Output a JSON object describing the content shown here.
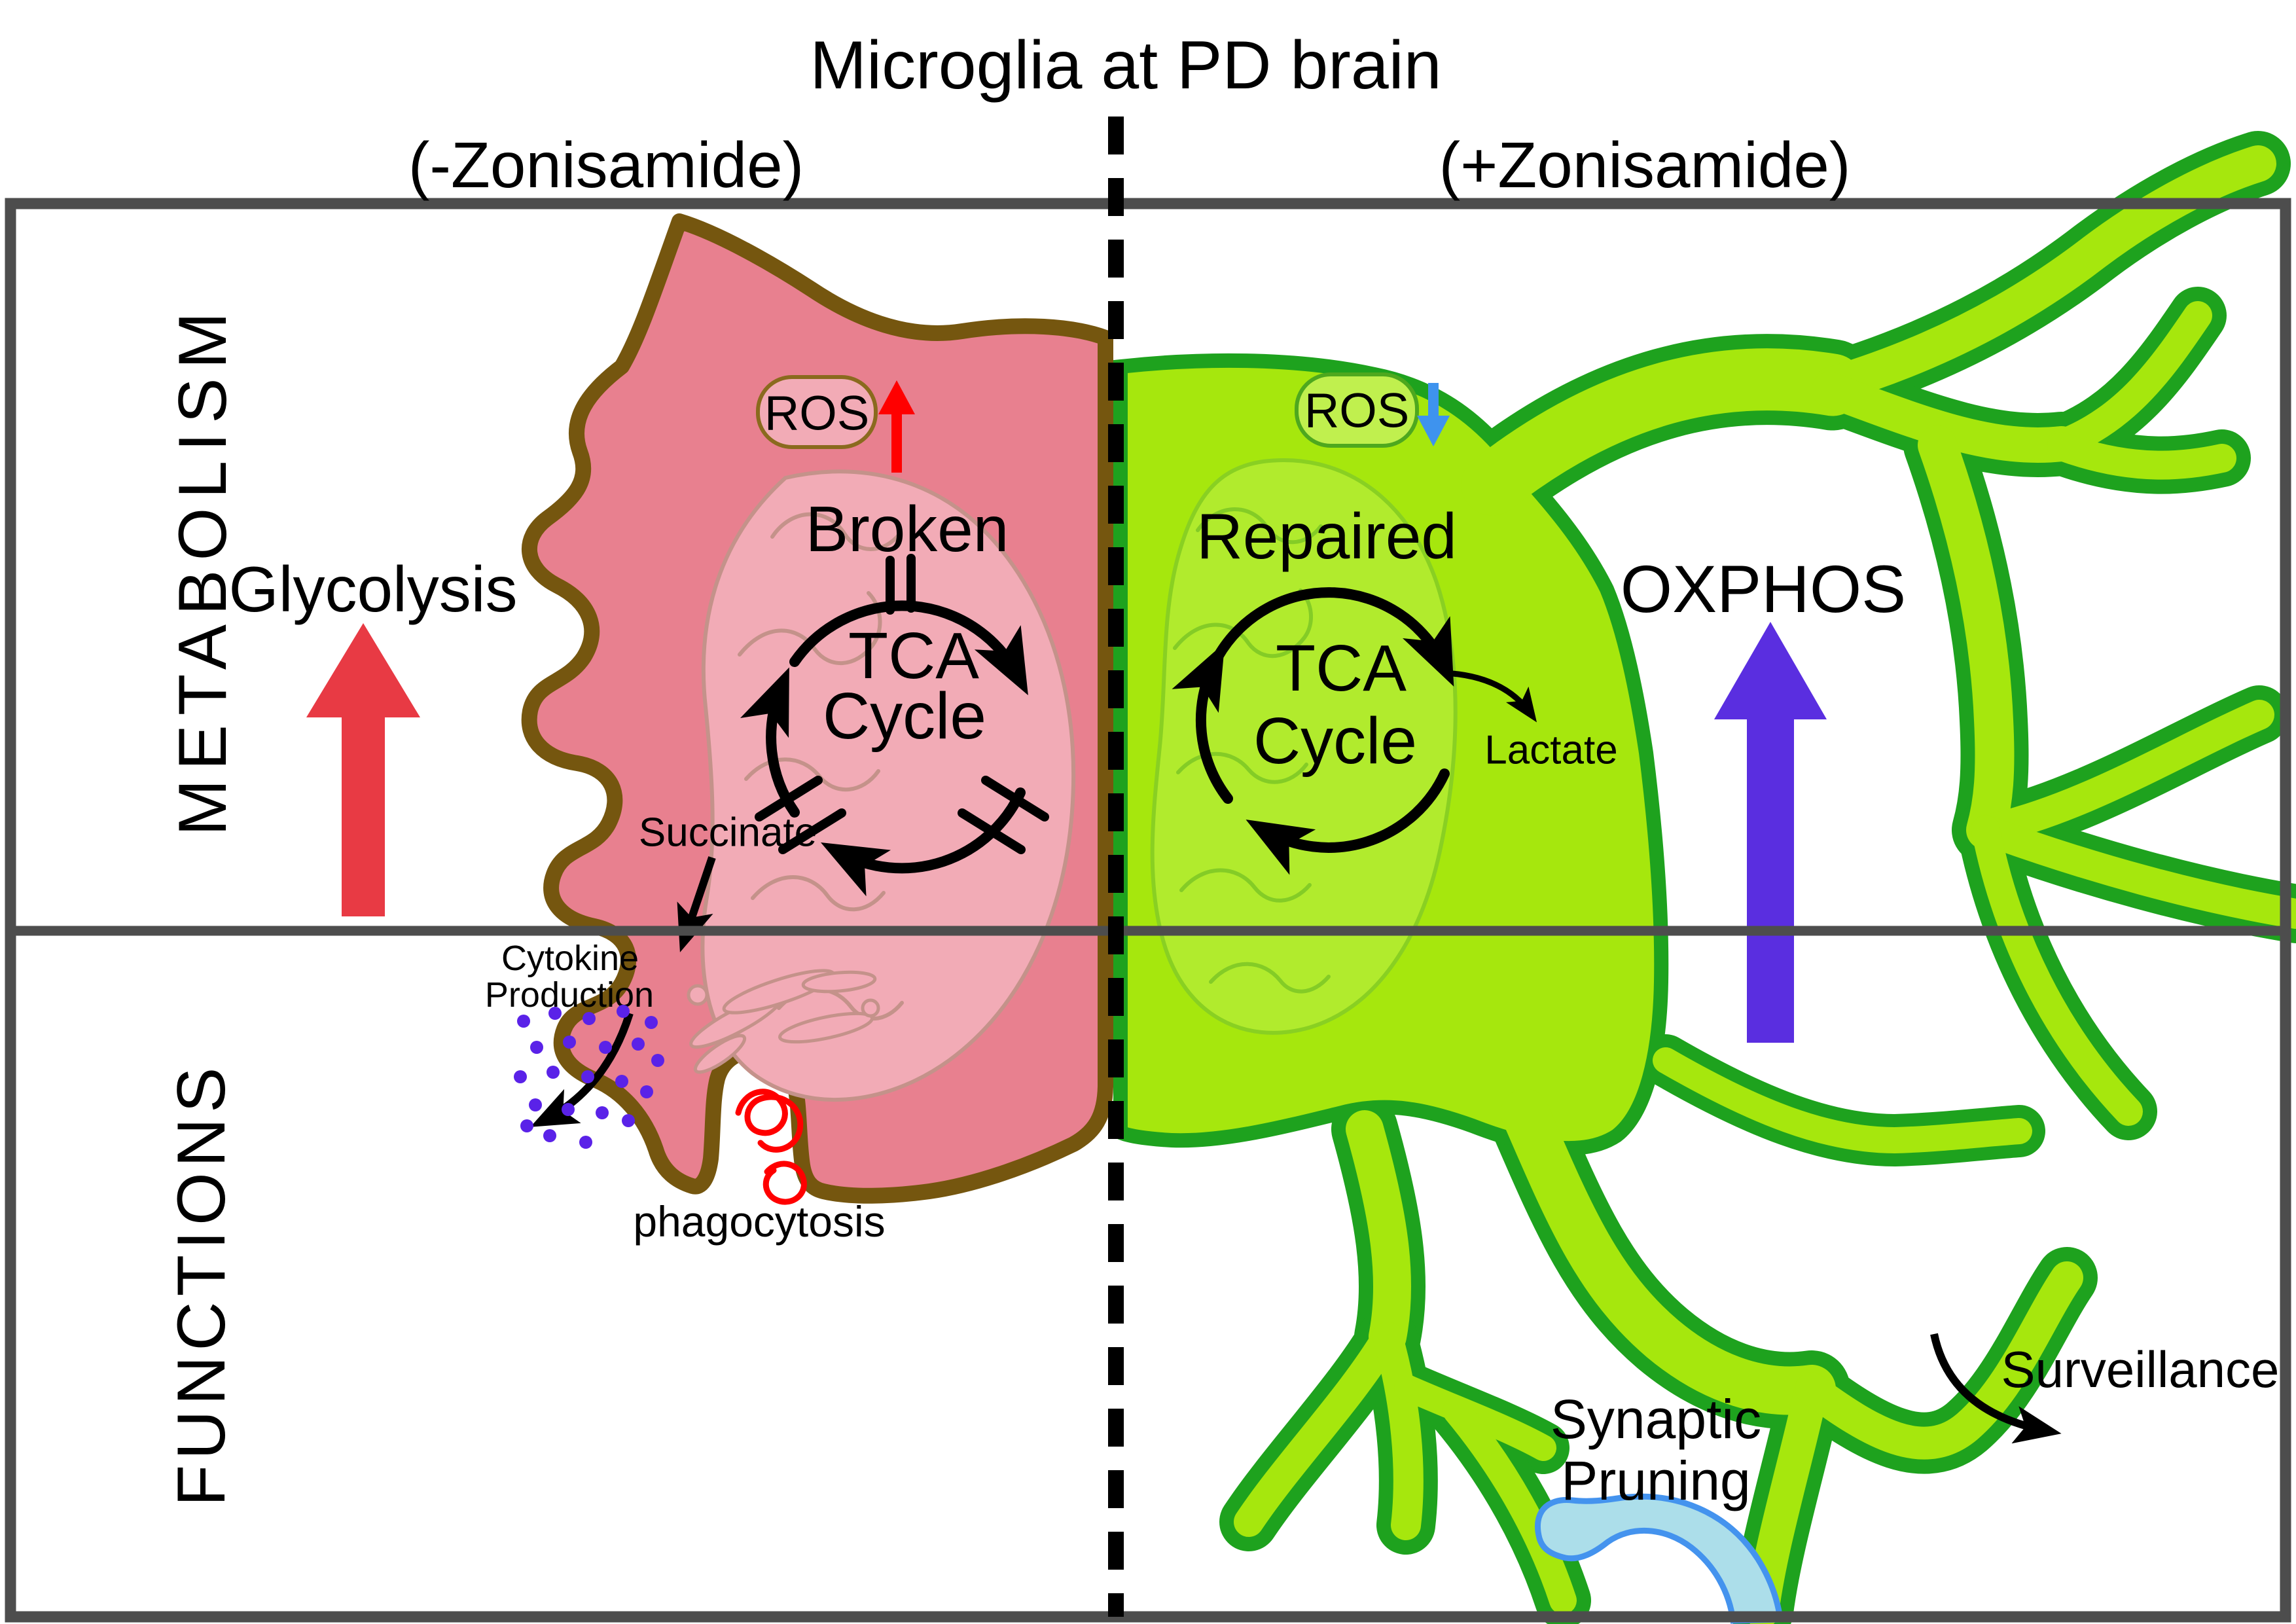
{
  "title": "Microglia at PD brain",
  "columns": {
    "left_header": "(-Zonisamide)",
    "right_header": "(+Zonisamide)"
  },
  "row_labels": {
    "top": "METABOLISM",
    "bottom": "FUNCTIONS",
    "color": "#595959"
  },
  "frame_color": "#4d4d4d",
  "left_cell": {
    "fill": "#e8808f",
    "membrane": "#75560f",
    "organelle_fill": "#f2abb6",
    "organelle_line": "#c4928a",
    "glycolysis_label": "Glycolysis",
    "glycolysis_color": "#e83a44",
    "ros_label": "ROS",
    "ros_arrow_color": "#ff0000",
    "mito_state": "Broken",
    "tca_line1": "TCA",
    "tca_line2": "Cycle",
    "succinate_label": "Succinate",
    "cytokine_line1": "Cytokine",
    "cytokine_line2": "Production",
    "cytokine_dot_color": "#5a22e8",
    "phagocytosis_label": "phagocytosis",
    "debris_color": "#ff0000"
  },
  "right_cell": {
    "fill": "#a6e70d",
    "membrane": "#1ea21e",
    "organelle_fill": "#b4ec33",
    "organelle_line": "#84cc26",
    "ros_box_fill": "#c0f04e",
    "ros_box_line": "#4ea81e",
    "oxphos_label": "OXPHOS",
    "oxphos_color": "#5a2ee0",
    "ros_label": "ROS",
    "ros_arrow_color": "#3e93ee",
    "mito_state": "Repaired",
    "tca_line1": "TCA",
    "tca_line2": "Cycle",
    "lactate_label": "Lactate",
    "synaptic_line1": "Synaptic",
    "synaptic_line2": "Pruning",
    "synapse_fill": "#acdeea",
    "synapse_stroke": "#4493ee",
    "surveillance_label": "Surveillance"
  }
}
